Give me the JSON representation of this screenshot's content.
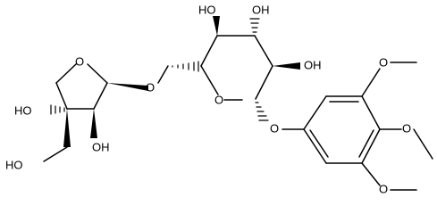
{
  "molecule": {
    "labels": {
      "o_furanose_ring": "O",
      "o_glycosidic": "O",
      "o_pyranose_ring": "O",
      "o_aryl": "O",
      "ho_c3_left": "HO",
      "ho_ch2": "HO",
      "oh_furanose": "OH",
      "ho_pyranose_top_left": "HO",
      "oh_pyranose_top_right": "OH",
      "oh_pyranose_right": "OH",
      "o_methoxy_top": "O",
      "o_methoxy_middle": "O",
      "o_methoxy_bottom": "O"
    }
  }
}
